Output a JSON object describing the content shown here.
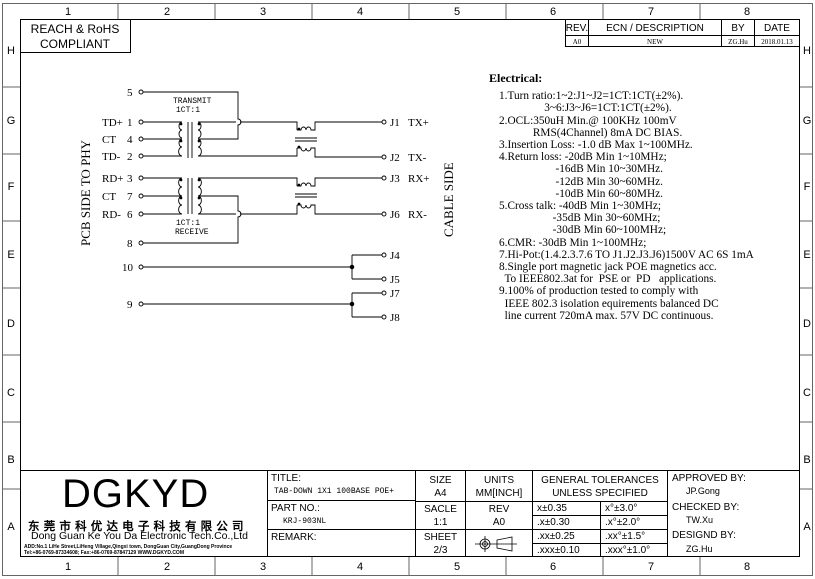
{
  "frame": {
    "columns": [
      "1",
      "2",
      "3",
      "4",
      "5",
      "6",
      "7",
      "8"
    ],
    "rows": [
      "H",
      "G",
      "F",
      "E",
      "D",
      "C",
      "B",
      "A"
    ]
  },
  "compliance": {
    "line1": "REACH & RoHS",
    "line2": "COMPLIANT"
  },
  "revision": {
    "headers": [
      "REV.",
      "ECN / DESCRIPTION",
      "BY",
      "DATE"
    ],
    "row": [
      "A0",
      "NEW",
      "ZG.Hu",
      "2018.01.13"
    ]
  },
  "schematic": {
    "left_side_label": "PCB SIDE TO PHY",
    "right_side_label": "CABLE SIDE",
    "transmit_label": "TRANSMIT",
    "transmit_ratio": "1CT:1",
    "receive_ratio": "1CT:1",
    "receive_label": "RECEIVE",
    "left_pins": [
      {
        "name": "",
        "num": "5"
      },
      {
        "name": "TD+",
        "num": "1"
      },
      {
        "name": "CT",
        "num": "4"
      },
      {
        "name": "TD-",
        "num": "2"
      },
      {
        "name": "RD+",
        "num": "3"
      },
      {
        "name": "CT",
        "num": "7"
      },
      {
        "name": "RD-",
        "num": "6"
      },
      {
        "name": "",
        "num": "8"
      },
      {
        "name": "",
        "num": "10"
      },
      {
        "name": "",
        "num": "9"
      }
    ],
    "right_pins": [
      {
        "num": "J1",
        "name": "TX+"
      },
      {
        "num": "J2",
        "name": "TX-"
      },
      {
        "num": "J3",
        "name": "RX+"
      },
      {
        "num": "J6",
        "name": "RX-"
      },
      {
        "num": "J4",
        "name": ""
      },
      {
        "num": "J5",
        "name": ""
      },
      {
        "num": "J7",
        "name": ""
      },
      {
        "num": "J8",
        "name": ""
      }
    ]
  },
  "electrical": {
    "title": "Electrical:",
    "lines": [
      "1.Turn ratio:1~2:J1~J2=1CT:1CT(±2%).",
      "                3~6:J3~J6=1CT:1CT(±2%).",
      "2.OCL:350uH Min.@ 100KHz 100mV",
      "            RMS(4Channel) 8mA DC BIAS.",
      "3.Insertion Loss: -1.0 dB Max 1~100MHz.",
      "4.Return loss: -20dB Min 1~10MHz;",
      "                    -16dB Min 10~30MHz.",
      "                    -12dB Min 30~60MHz.",
      "                    -10dB Min 60~80MHz.",
      "5.Cross talk: -40dB Min 1~30MHz;",
      "                   -35dB Min 30~60MHz;",
      "                   -30dB Min 60~100MHz;",
      "6.CMR: -30dB Min 1~100MHz;",
      "7.Hi-Pot:(1.4.2.3.7.6 TO J1.J2.J3.J6)1500V AC 6S 1mA",
      "8.Single port magnetic jack POE magnetics acc.",
      "  To IEEE802.3at for  PSE or  PD   applications.",
      "9.100% of production tested to comply with",
      "  IEEE 802.3 isolation equirements balanced DC",
      "  line current 720mA max. 57V DC continuous."
    ]
  },
  "title_block": {
    "logo": "DGKYD",
    "company_cn": "东 莞 市 科 优 达 电 子 科 技 有 限 公 司",
    "company_en": "Dong Guan Ke You Da Electronic Tech.Co.,Ltd",
    "address": "ADD:No.1 LiHe Street,LiHeng Village,Qingxi town, DongGuan City,GuangDong Province",
    "contact": "Tel:+86-0769-87334608; Fax:+86-0769-87847129  WWW.DGKYD.COM",
    "title_label": "TITLE:",
    "title_value": "TAB-DOWN 1X1 100BASE POE+",
    "part_label": "PART NO.:",
    "part_value": "KRJ-903NL",
    "remark_label": "REMARK:",
    "size_label": "SIZE",
    "size_value": "A4",
    "units_label": "UNITS",
    "units_value": "MM[INCH]",
    "scale_label": "SACLE",
    "scale_value": "1:1",
    "rev_label": "REV",
    "rev_value": "A0",
    "sheet_label": "SHEET",
    "sheet_value": "2/3",
    "tol_title1": "GENERAL TOLERANCES",
    "tol_title2": "UNLESS SPECIFIED",
    "tolerances": [
      [
        "x±0.35",
        "x°±3.0°"
      ],
      [
        ".x±0.30",
        ".x°±2.0°"
      ],
      [
        ".xx±0.25",
        ".xx°±1.5°"
      ],
      [
        ".xxx±0.10",
        ".xxx°±1.0°"
      ]
    ],
    "approved_label": "APPROVED BY:",
    "approved_value": "JP.Gong",
    "checked_label": "CHECKED BY:",
    "checked_value": "TW.Xu",
    "designed_label": "DESIGND BY:",
    "designed_value": "ZG.Hu"
  }
}
